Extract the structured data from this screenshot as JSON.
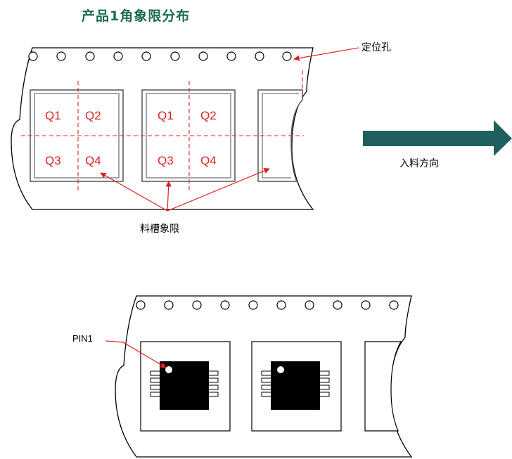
{
  "title": "产品1角象限分布",
  "labels": {
    "sprocket_hole": "定位孔",
    "feed_direction": "入料方向",
    "pocket_quadrant": "料槽象限",
    "pin1": "PIN1"
  },
  "quadrants": [
    "Q1",
    "Q2",
    "Q3",
    "Q4"
  ],
  "colors": {
    "title": "#1f6b4f",
    "quadrant_text": "#e02020",
    "arrow": "#1f5f5f",
    "tape_outline": "#000000"
  }
}
